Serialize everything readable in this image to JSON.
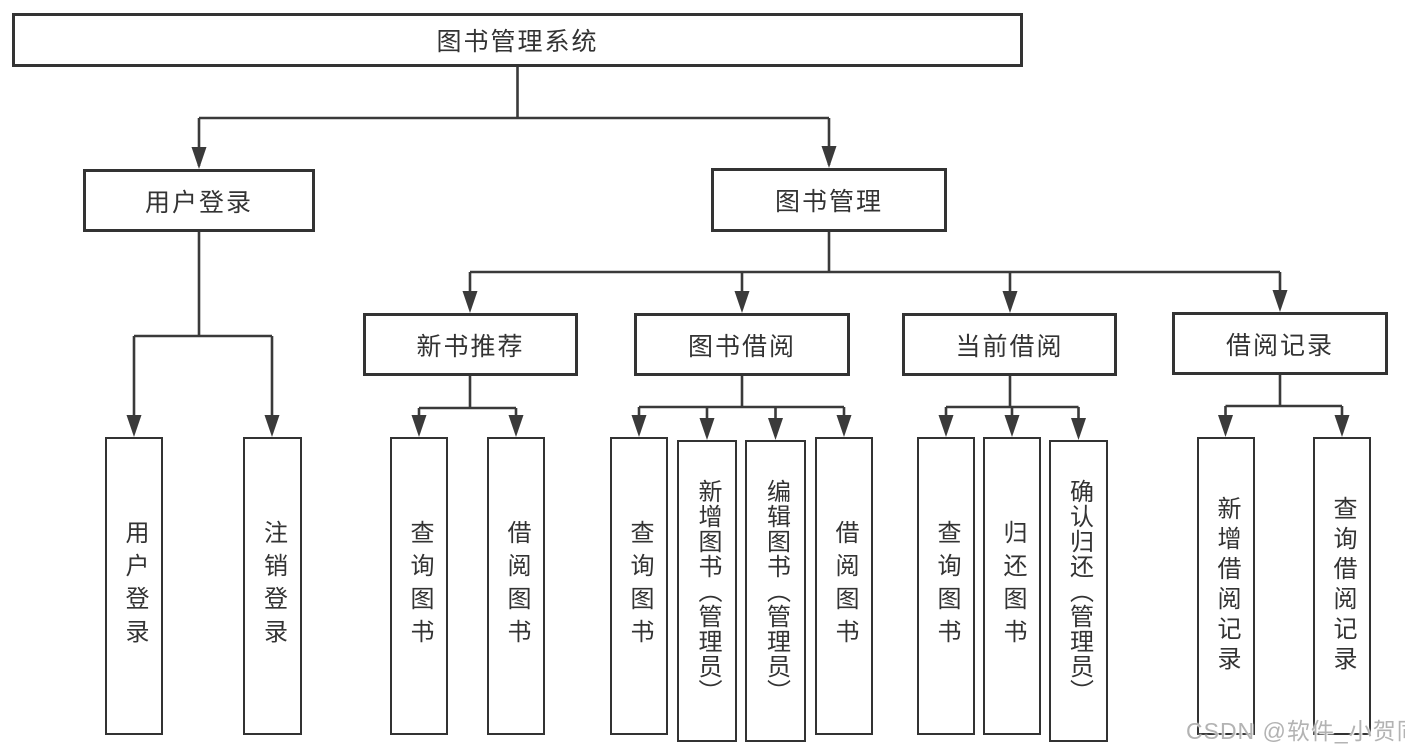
{
  "diagram": {
    "root": {
      "label": "图书管理系统"
    },
    "level2": [
      {
        "label": "用户登录"
      },
      {
        "label": "图书管理"
      }
    ],
    "level3": [
      {
        "label": "新书推荐",
        "parent": "图书管理"
      },
      {
        "label": "图书借阅",
        "parent": "图书管理"
      },
      {
        "label": "当前借阅",
        "parent": "图书管理"
      },
      {
        "label": "借阅记录",
        "parent": "图书管理"
      }
    ],
    "leaves": [
      {
        "label": "用户登录",
        "parent": "用户登录"
      },
      {
        "label": "注销登录",
        "parent": "用户登录"
      },
      {
        "label": "查询图书",
        "parent": "新书推荐"
      },
      {
        "label": "借阅图书",
        "parent": "新书推荐"
      },
      {
        "label": "查询图书",
        "parent": "图书借阅"
      },
      {
        "label": "新增图书（管理员）",
        "parent": "图书借阅"
      },
      {
        "label": "编辑图书（管理员）",
        "parent": "图书借阅"
      },
      {
        "label": "借阅图书",
        "parent": "图书借阅"
      },
      {
        "label": "查询图书",
        "parent": "当前借阅"
      },
      {
        "label": "归还图书",
        "parent": "当前借阅"
      },
      {
        "label": "确认归还（管理员）",
        "parent": "当前借阅"
      },
      {
        "label": "新增借阅记录",
        "parent": "借阅记录"
      },
      {
        "label": "查询借阅记录",
        "parent": "借阅记录"
      }
    ]
  },
  "watermark": {
    "text": "CSDN @软件_小贺同学"
  },
  "colors": {
    "line": "#3a3a3a",
    "border": "#333333",
    "text": "#333333",
    "watermark": "#b3b3b3",
    "background": "#ffffff"
  }
}
